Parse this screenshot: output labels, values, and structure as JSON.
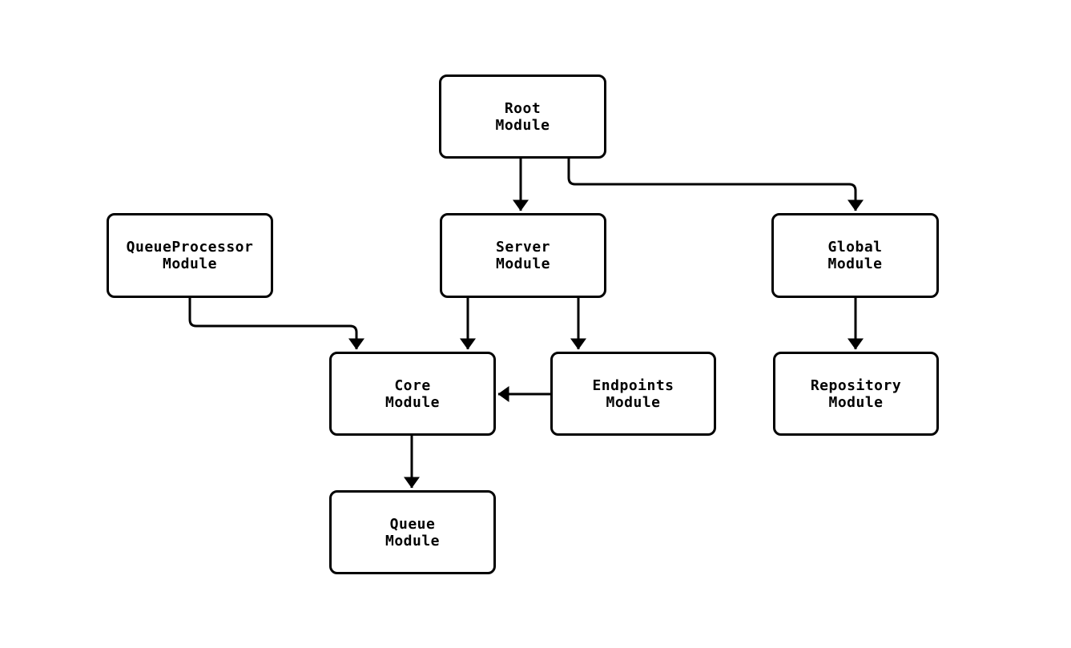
{
  "diagram": {
    "type": "module-dependency-flowchart",
    "background_color": "#ffffff",
    "node_fill_color": "#ffffff",
    "node_border_color": "#000000",
    "text_color": "#000000",
    "edge_color": "#000000",
    "arrow_style": "filled-triangle"
  },
  "nodes": [
    {
      "id": "root",
      "line1": "Root",
      "line2": "Module"
    },
    {
      "id": "queueprocessor",
      "line1": "QueueProcessor",
      "line2": "Module"
    },
    {
      "id": "server",
      "line1": "Server",
      "line2": "Module"
    },
    {
      "id": "global",
      "line1": "Global",
      "line2": "Module"
    },
    {
      "id": "core",
      "line1": "Core",
      "line2": "Module"
    },
    {
      "id": "endpoints",
      "line1": "Endpoints",
      "line2": "Module"
    },
    {
      "id": "repository",
      "line1": "Repository",
      "line2": "Module"
    },
    {
      "id": "queue",
      "line1": "Queue",
      "line2": "Module"
    }
  ],
  "edges": [
    {
      "from": "Root Module",
      "to": "Server Module"
    },
    {
      "from": "Root Module",
      "to": "Global Module"
    },
    {
      "from": "QueueProcessor Module",
      "to": "Core Module"
    },
    {
      "from": "Server Module",
      "to": "Core Module"
    },
    {
      "from": "Server Module",
      "to": "Endpoints Module"
    },
    {
      "from": "Endpoints Module",
      "to": "Core Module"
    },
    {
      "from": "Global Module",
      "to": "Repository Module"
    },
    {
      "from": "Core Module",
      "to": "Queue Module"
    }
  ]
}
